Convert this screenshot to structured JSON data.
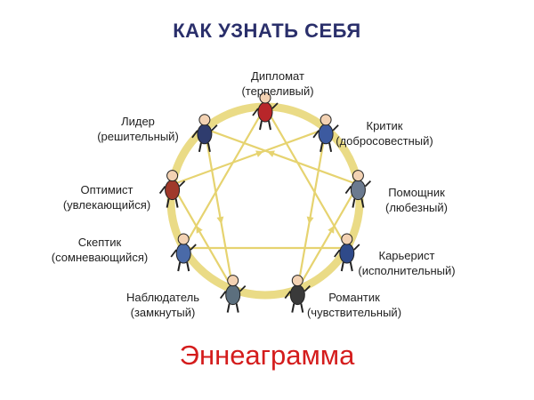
{
  "title": "КАК УЗНАТЬ СЕБЯ",
  "footer": "Эннеаграмма",
  "colors": {
    "title": "#2a2f6b",
    "footer": "#d41c1c",
    "circle": "#e3cf5e",
    "lines": "#e6d370",
    "text": "#222222"
  },
  "types": [
    {
      "name": "Дипломат",
      "desc": "(терпеливый)"
    },
    {
      "name": "Критик",
      "desc": "(добросовестный)"
    },
    {
      "name": "Помощник",
      "desc": "(любезный)"
    },
    {
      "name": "Карьерист",
      "desc": "(исполнительный)"
    },
    {
      "name": "Романтик",
      "desc": "(чувствительный)"
    },
    {
      "name": "Наблюдатель",
      "desc": "(замкнутый)"
    },
    {
      "name": "Скептик",
      "desc": "(сомневающийся)"
    },
    {
      "name": "Оптимист",
      "desc": "(увлекающийся)"
    },
    {
      "name": "Лидер",
      "desc": "(решительный)"
    }
  ]
}
